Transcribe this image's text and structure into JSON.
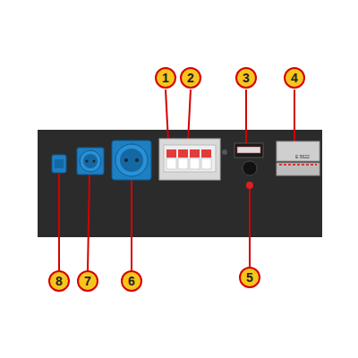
{
  "diagram": {
    "labels": [
      "1",
      "2",
      "3",
      "4",
      "5",
      "6",
      "7",
      "8",
      "E 5622"
    ]
  }
}
